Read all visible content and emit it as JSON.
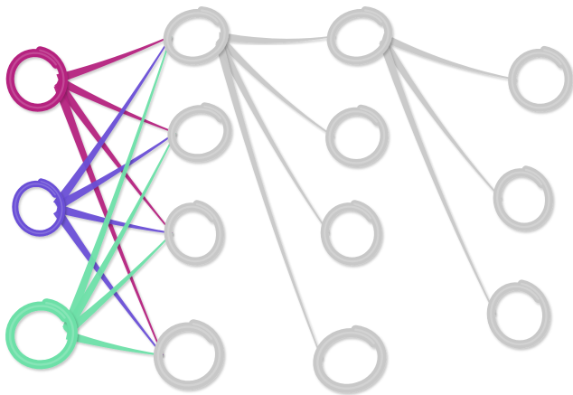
{
  "colors": {
    "background": "#ffffff",
    "magenta": "#b5217f",
    "purple": "#6a4fd6",
    "mint": "#6de0a8",
    "grey": "#c8c8c8",
    "grey_shadow": "#a9a9a9"
  },
  "graph": {
    "node_style": "hand-drawn-ring",
    "nodes": [
      {
        "id": "src-1",
        "color": "magenta"
      },
      {
        "id": "src-2",
        "color": "purple"
      },
      {
        "id": "src-3",
        "color": "mint"
      },
      {
        "id": "layer1-1",
        "color": "grey"
      },
      {
        "id": "layer1-2",
        "color": "grey"
      },
      {
        "id": "layer1-3",
        "color": "grey"
      },
      {
        "id": "layer1-4",
        "color": "grey"
      },
      {
        "id": "layer2-1",
        "color": "grey"
      },
      {
        "id": "layer2-2",
        "color": "grey"
      },
      {
        "id": "layer2-3",
        "color": "grey"
      },
      {
        "id": "layer2-4",
        "color": "grey"
      },
      {
        "id": "layer3-1",
        "color": "grey"
      },
      {
        "id": "layer3-2",
        "color": "grey"
      },
      {
        "id": "layer3-3",
        "color": "grey"
      }
    ],
    "edges": [
      {
        "from": "src-1",
        "to": "layer1-1",
        "color": "magenta"
      },
      {
        "from": "src-1",
        "to": "layer1-2",
        "color": "magenta"
      },
      {
        "from": "src-1",
        "to": "layer1-3",
        "color": "magenta"
      },
      {
        "from": "src-1",
        "to": "layer1-4",
        "color": "magenta"
      },
      {
        "from": "src-2",
        "to": "layer1-1",
        "color": "purple"
      },
      {
        "from": "src-2",
        "to": "layer1-2",
        "color": "purple"
      },
      {
        "from": "src-2",
        "to": "layer1-3",
        "color": "purple"
      },
      {
        "from": "src-2",
        "to": "layer1-4",
        "color": "purple"
      },
      {
        "from": "src-3",
        "to": "layer1-1",
        "color": "mint"
      },
      {
        "from": "src-3",
        "to": "layer1-2",
        "color": "mint"
      },
      {
        "from": "src-3",
        "to": "layer1-3",
        "color": "mint"
      },
      {
        "from": "src-3",
        "to": "layer1-4",
        "color": "mint"
      },
      {
        "from": "layer1-1",
        "to": "layer2-1",
        "color": "grey"
      },
      {
        "from": "layer1-1",
        "to": "layer2-2",
        "color": "grey"
      },
      {
        "from": "layer1-1",
        "to": "layer2-3",
        "color": "grey"
      },
      {
        "from": "layer1-1",
        "to": "layer2-4",
        "color": "grey"
      },
      {
        "from": "layer2-1",
        "to": "layer3-1",
        "color": "grey"
      },
      {
        "from": "layer2-1",
        "to": "layer3-2",
        "color": "grey"
      },
      {
        "from": "layer2-1",
        "to": "layer3-3",
        "color": "grey"
      }
    ]
  }
}
